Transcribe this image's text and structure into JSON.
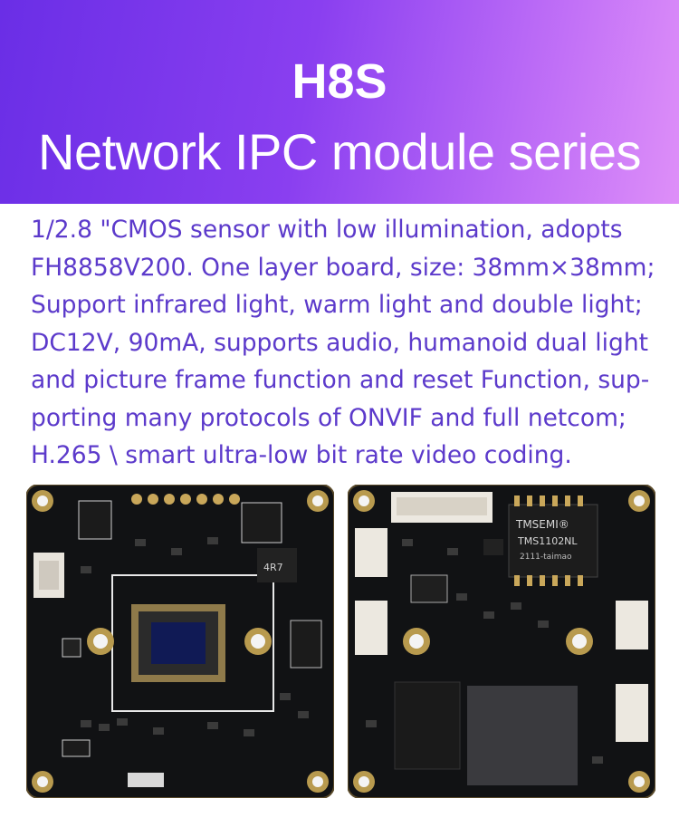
{
  "banner": {
    "model": "H8S",
    "series": "Network IPC module series"
  },
  "description": {
    "lines": [
      "1/2.8 \"CMOS sensor with low illumination, adopts",
      "FH8858V200. One layer board, size: 38mm×38mm;",
      "Support infrared light, warm light and double light;",
      "DC12V, 90mA, supports audio, humanoid dual light",
      "and picture frame function and reset Function, sup-",
      "porting many protocols of ONVIF and full netcom;",
      "H.265 \\ smart ultra-low bit rate video coding."
    ]
  },
  "board_labels": {
    "inductor": "4R7",
    "ethernet_chip_brand": "TMSEMI®",
    "ethernet_chip_model": "TMS1102NL",
    "ethernet_chip_date": "2111-taimao"
  },
  "colors": {
    "banner_start": "#6a2ee6",
    "banner_end": "#de8ff8",
    "description_text": "#5c3acb",
    "pcb": "#101113",
    "pad_gold": "#b89a4e"
  }
}
